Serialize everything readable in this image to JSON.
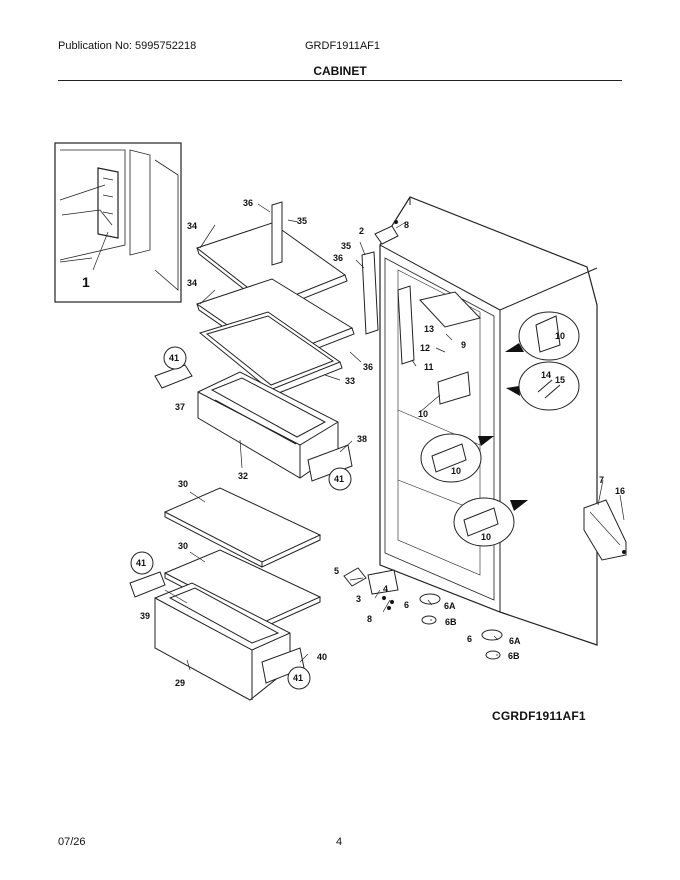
{
  "header": {
    "publication": "Publication No: 5995752218",
    "model": "GRDF1911AF1",
    "section_title": "CABINET"
  },
  "diagram": {
    "callouts": [
      "1",
      "2",
      "3",
      "4",
      "5",
      "6",
      "6A",
      "6B",
      "7",
      "8",
      "9",
      "10",
      "11",
      "12",
      "13",
      "14",
      "15",
      "16",
      "29",
      "30",
      "32",
      "33",
      "34",
      "35",
      "36",
      "37",
      "38",
      "39",
      "40",
      "41"
    ],
    "drawing_code": "CGRDF1911AF1"
  },
  "footer": {
    "date": "07/26",
    "page_number": "4"
  }
}
